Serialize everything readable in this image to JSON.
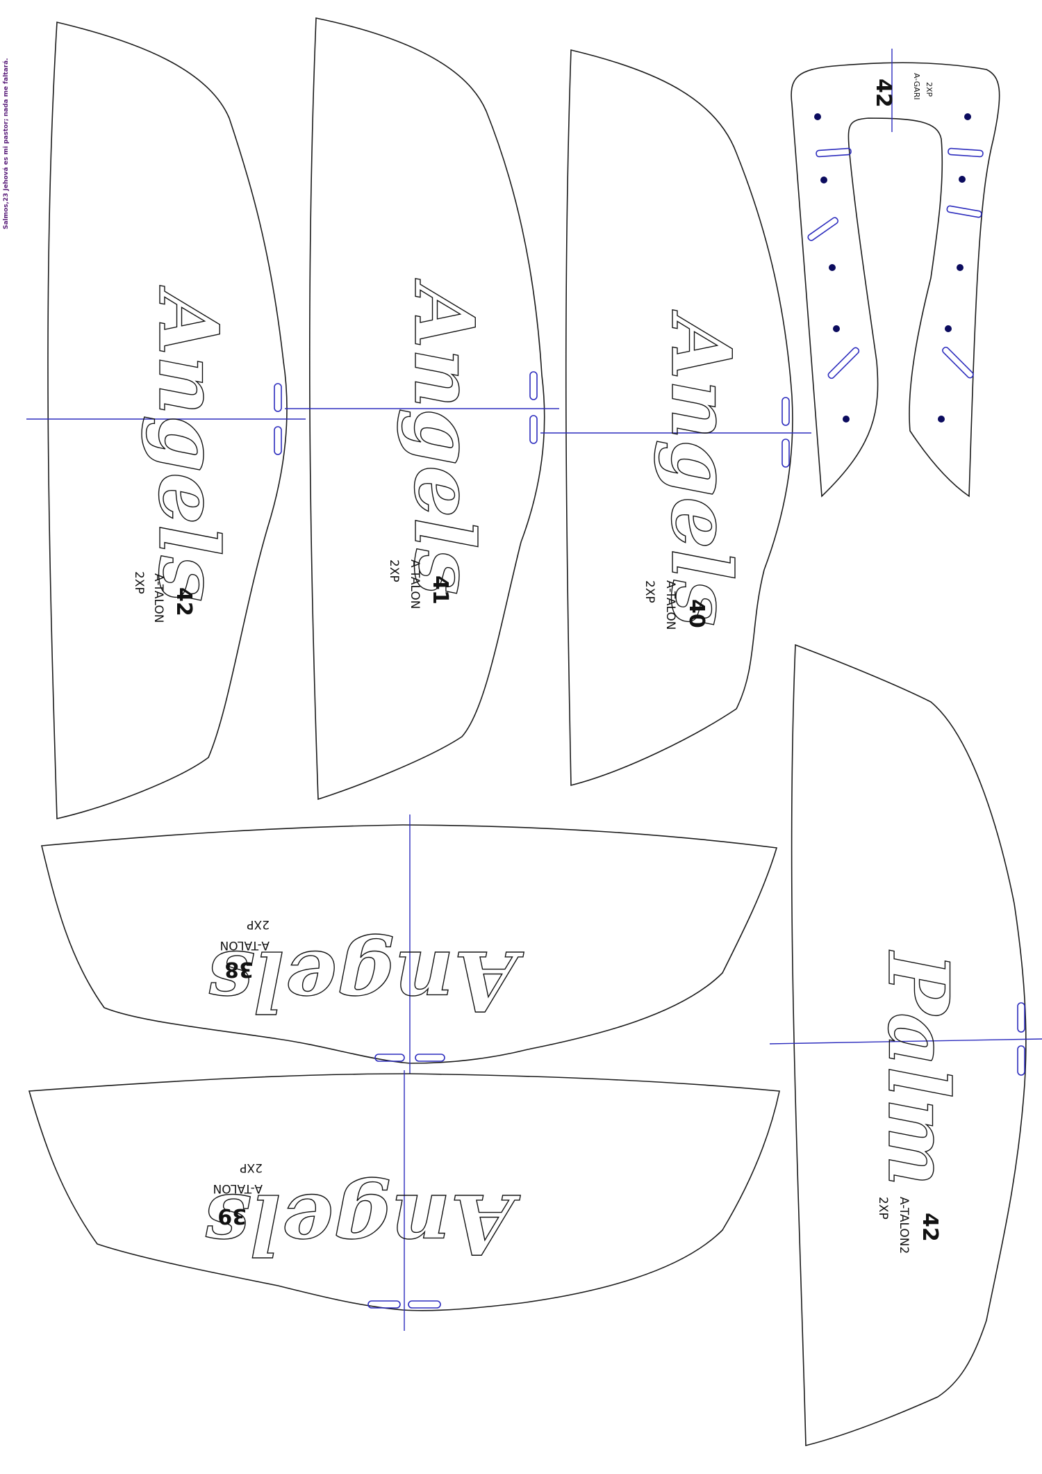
{
  "verse": "Salmos,23 Jehová es mi pastor; nada me faltará.",
  "colors": {
    "outline": "#1a1a1a",
    "guide": "#2b2bbd",
    "verse": "#5a1e7a"
  },
  "pieces": [
    {
      "id": "talon-42",
      "brand": "Angels",
      "size": "42",
      "code": "A-TALON",
      "qty": "2XP"
    },
    {
      "id": "talon-41",
      "brand": "Angels",
      "size": "41",
      "code": "A-TALON",
      "qty": "2XP"
    },
    {
      "id": "talon-40",
      "brand": "Angels",
      "size": "40",
      "code": "A-TALON",
      "qty": "2XP"
    },
    {
      "id": "talon-38",
      "brand": "Angels",
      "size": "38",
      "code": "A-TALON",
      "qty": "2XP"
    },
    {
      "id": "talon-39",
      "brand": "Angels",
      "size": "39",
      "code": "A-TALON",
      "qty": "2XP"
    },
    {
      "id": "talon2-42",
      "brand": "Palm",
      "size": "42",
      "code": "A-TALON2",
      "qty": "2XP"
    },
    {
      "id": "gari-42",
      "brand": "",
      "size": "42",
      "code": "A-GARI",
      "qty": "2XP"
    }
  ]
}
